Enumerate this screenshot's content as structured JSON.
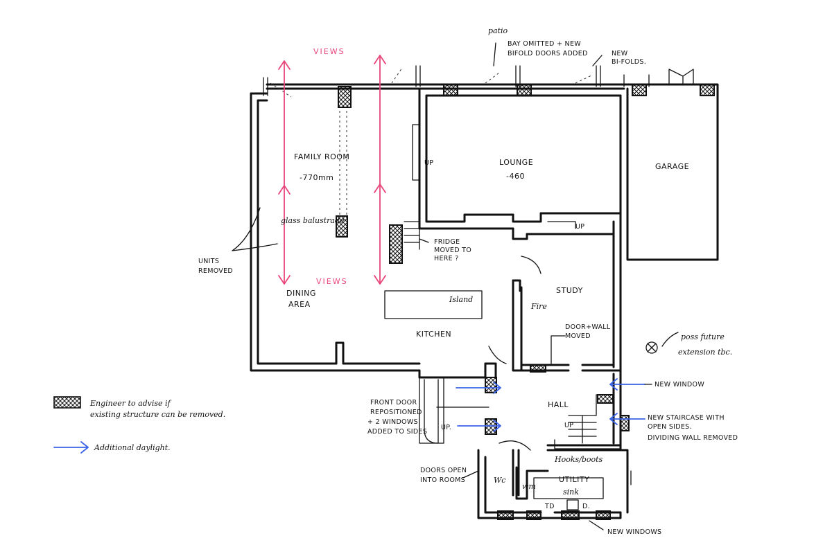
{
  "colors": {
    "views_arrow": "#e8457a",
    "daylight_arrow": "#3a62e8",
    "ink": "#111111"
  },
  "rooms": {
    "family_room": "FAMILY ROOM",
    "family_room_level": "-770mm",
    "lounge": "LOUNGE",
    "lounge_level": "-460",
    "garage": "GARAGE",
    "dining_area_1": "DINING",
    "dining_area_2": "AREA",
    "kitchen": "KITCHEN",
    "island": "Island",
    "study": "STUDY",
    "fire": "Fire",
    "hall": "HALL",
    "wc": "Wc",
    "utility": "UTILITY",
    "wm": "wm",
    "sink": "sink",
    "td": "TD",
    "d": "D."
  },
  "views": {
    "top": "VIEWS",
    "bottom": "VIEWS"
  },
  "notes": {
    "patio": "patio",
    "bay_1": "BAY OMITTED + NEW",
    "bay_2": "BIFOLD DOORS ADDED",
    "new_bifolds_1": "NEW",
    "new_bifolds_2": "BI-FOLDS.",
    "glass_balustrade": "glass balustrade",
    "units_removed_1": "UNITS",
    "units_removed_2": "REMOVED",
    "up_lounge": "UP",
    "up_lounge_2": "UP",
    "up_hall": "UP.",
    "up_stairs": "UP",
    "fridge_1": "FRIDGE",
    "fridge_2": "MOVED TO",
    "fridge_3": "HERE ?",
    "door_wall_1": "DOOR+WALL",
    "door_wall_2": "MOVED",
    "future_1": "poss future",
    "future_2": "extension tbc.",
    "new_window": "NEW WINDOW",
    "staircase_1": "NEW STAIRCASE WITH",
    "staircase_2": "OPEN SIDES.",
    "staircase_3": "DIVIDING WALL REMOVED",
    "front_door_1": "FRONT DOOR",
    "front_door_2": "REPOSITIONED",
    "front_door_3": "+ 2 WINDOWS",
    "front_door_4": "ADDED TO SIDES",
    "doors_open_1": "DOORS OPEN",
    "doors_open_2": "INTO ROOMS",
    "hooks_boots": "Hooks/boots",
    "new_windows": "NEW WINDOWS"
  },
  "legend": {
    "engineer_1": "Engineer to advise if",
    "engineer_2": "existing structure can be removed.",
    "daylight": "Additional daylight."
  }
}
